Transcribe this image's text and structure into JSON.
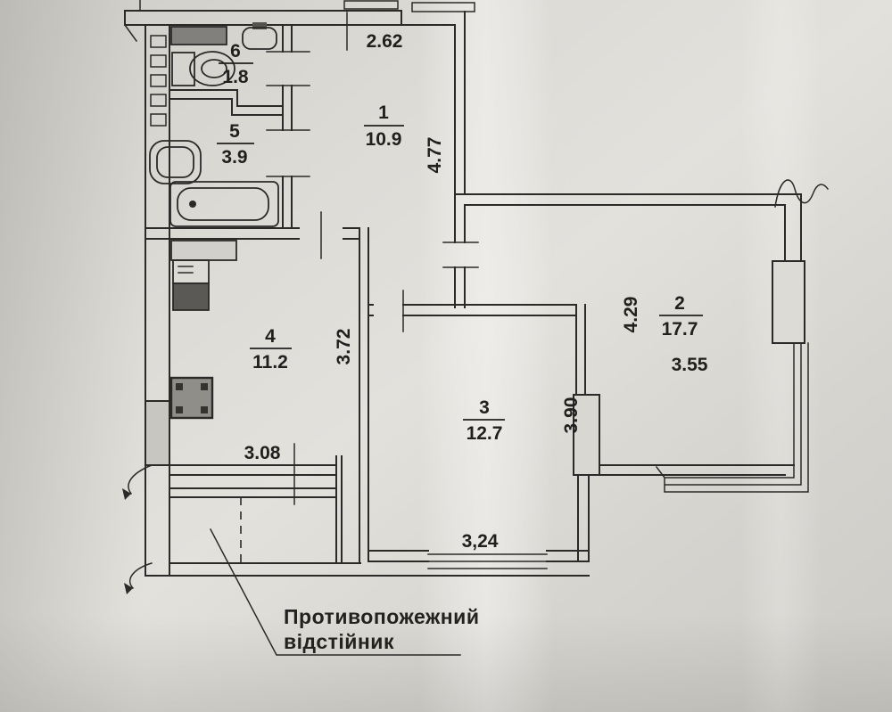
{
  "document": {
    "kind_label": "apartment floor plan (scanned)",
    "annotation": {
      "line1": "Противопожежний",
      "line2": "відстійник"
    },
    "colors": {
      "paper": "#d8d6d1",
      "ink": "#2b2a28",
      "fixture_dark": "#5a5955",
      "fixture_mid": "#8f8e89"
    }
  },
  "rooms": [
    {
      "id": "1",
      "area": "10.9"
    },
    {
      "id": "2",
      "area": "17.7"
    },
    {
      "id": "3",
      "area": "12.7"
    },
    {
      "id": "4",
      "area": "11.2"
    },
    {
      "id": "5",
      "area": "3.9"
    },
    {
      "id": "6",
      "area": "1.8"
    }
  ],
  "dimensions": {
    "entry_width": "2.62",
    "hall_height": "4.77",
    "room2_height": "4.29",
    "room2_width": "3.55",
    "room3_height": "3.90",
    "room3_width": "3,24",
    "kitchen_height": "3.72",
    "kitchen_width": "3.08"
  }
}
